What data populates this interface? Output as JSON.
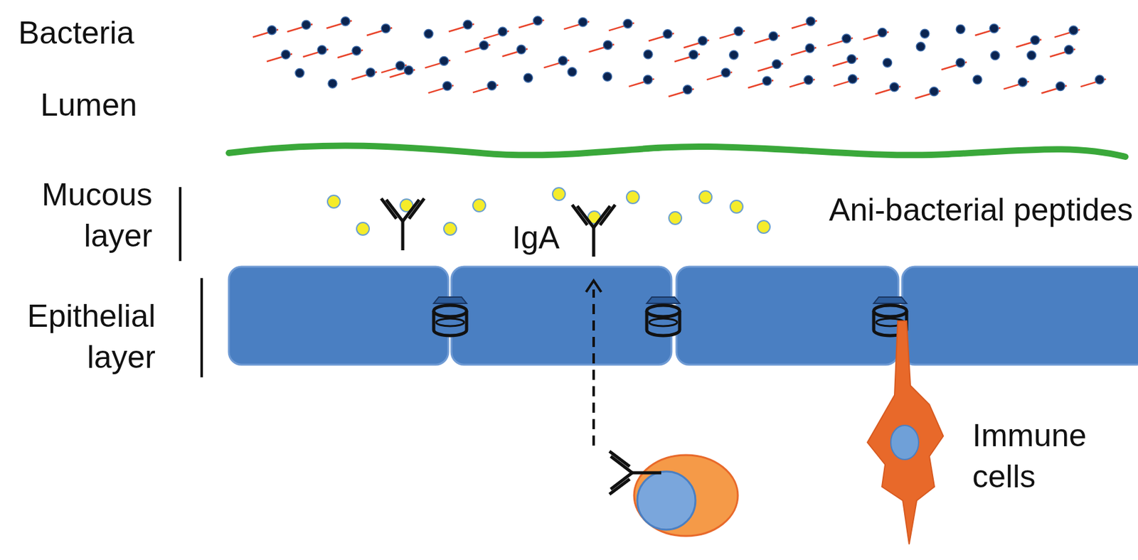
{
  "diagram": {
    "labels": [
      "Bacteria",
      "Lumen",
      "Mucous layer",
      "Epithelial layer",
      "Ani-bacterial peptides",
      "IgA",
      "Immune cells"
    ]
  }
}
